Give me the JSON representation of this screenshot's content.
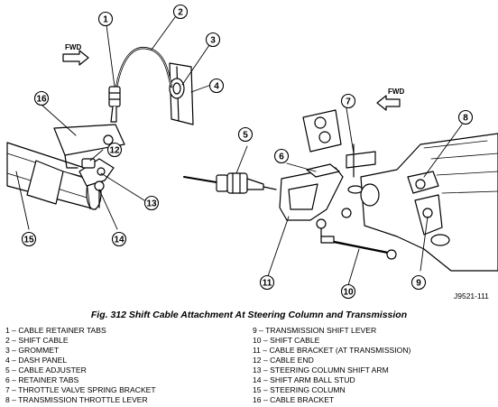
{
  "diagram": {
    "fwd_label_left": "FWD",
    "fwd_label_right": "FWD",
    "figure_code": "J9521-111",
    "callouts": [
      "1",
      "2",
      "3",
      "4",
      "5",
      "6",
      "7",
      "8",
      "9",
      "10",
      "11",
      "12",
      "13",
      "14",
      "15",
      "16"
    ]
  },
  "caption": "Fig. 312 Shift Cable Attachment At Steering Column and Transmission",
  "legend_left": [
    "1 – CABLE RETAINER TABS",
    "2 – SHIFT CABLE",
    "3 – GROMMET",
    "4 – DASH PANEL",
    "5 – CABLE ADJUSTER",
    "6 – RETAINER TABS",
    "7 – THROTTLE VALVE SPRING BRACKET",
    "8 – TRANSMISSION THROTTLE LEVER"
  ],
  "legend_right": [
    "9 – TRANSMISSION SHIFT LEVER",
    "10 – SHIFT CABLE",
    "11 – CABLE BRACKET (AT TRANSMISSION)",
    "12 – CABLE END",
    "13 – STEERING COLUMN SHIFT ARM",
    "14 – SHIFT ARM BALL STUD",
    "15 – STEERING COLUMN",
    "16 – CABLE BRACKET"
  ]
}
